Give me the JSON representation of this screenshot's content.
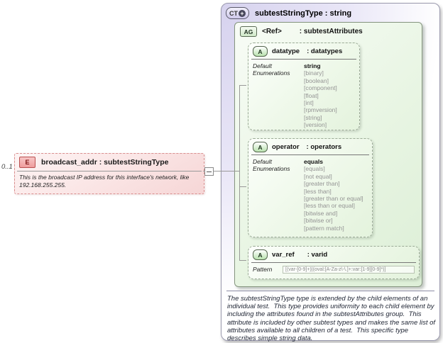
{
  "element": {
    "cardinality": "0..1",
    "badge": "E",
    "title": "broadcast_addr : subtestStringType",
    "annotation": "This is the broadcast IP address for this interface's network, like 192.168.255.255."
  },
  "complex_type": {
    "badge": "CT",
    "badge_plus": "+",
    "title": "subtestStringType : string",
    "annotation": "The subtestStringType type is extended by the child elements of an individual test.  This type provides uniformity to each child element by including the attributes found in the subtestAttributes group.  This attribute is included by other subtest types and makes the same list of attributes available to all children of a test.  This specific type describes simple string data.",
    "attribute_group": {
      "badge": "AG",
      "ref_label": "<Ref>",
      "type_label": ": subtestAttributes",
      "attributes": [
        {
          "badge": "A",
          "name": "datatype",
          "type_label": ": datatypes",
          "default_label": "Default",
          "default_value": "string",
          "enumerations_label": "Enumerations",
          "enumerations": [
            "[binary]",
            "[boolean]",
            "[component]",
            "[float]",
            "[int]",
            "[rpmversion]",
            "[string]",
            "[version]"
          ]
        },
        {
          "badge": "A",
          "name": "operator",
          "type_label": ": operators",
          "default_label": "Default",
          "default_value": "equals",
          "enumerations_label": "Enumerations",
          "enumerations": [
            "[equals]",
            "[not equal]",
            "[greater than]",
            "[less than]",
            "[greater than or equal]",
            "[less than or equal]",
            "[bitwise and]",
            "[bitwise or]",
            "[pattern match]"
          ]
        },
        {
          "badge": "A",
          "name": "var_ref",
          "type_label": ": varid",
          "pattern_label": "Pattern",
          "pattern_value": "[(var-[0-9]+)|(oval:[A-Za-z\\-\\.]+:var:[1-9][0-9]*)]"
        }
      ]
    }
  },
  "colors": {
    "element_accent": "#d98f8f",
    "complex_type_accent": "#d6d2ee",
    "attribute_accent": "#cfe8c8",
    "connector": "#999999"
  }
}
